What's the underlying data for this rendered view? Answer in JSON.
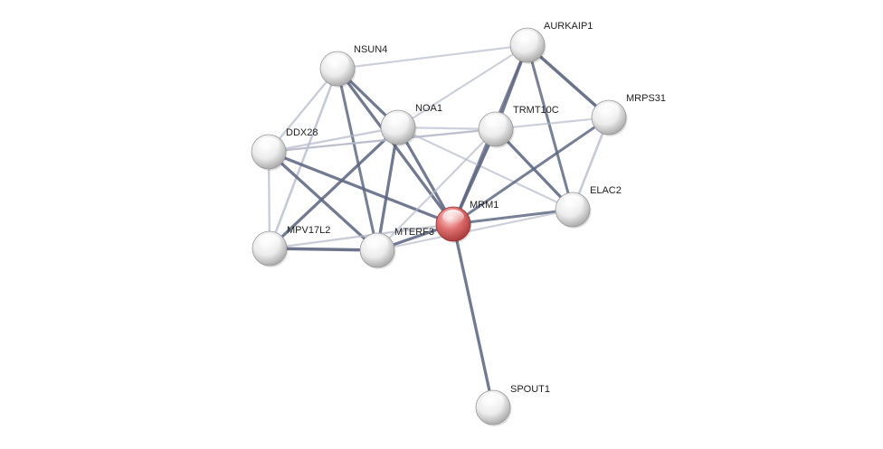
{
  "network": {
    "query_protein": "MRM1",
    "colors": {
      "query_node": "#e07070",
      "other_node": "#ececec",
      "edge_strong": "#5c6680",
      "edge_weak": "#b4b8c8"
    },
    "nodes": [
      {
        "id": "AURKAIP1",
        "label": "AURKAIP1"
      },
      {
        "id": "NSUN4",
        "label": "NSUN4"
      },
      {
        "id": "NOA1",
        "label": "NOA1"
      },
      {
        "id": "TRMT10C",
        "label": "TRMT10C"
      },
      {
        "id": "MRPS31",
        "label": "MRPS31"
      },
      {
        "id": "DDX28",
        "label": "DDX28"
      },
      {
        "id": "MRM1",
        "label": "MRM1"
      },
      {
        "id": "ELAC2",
        "label": "ELAC2"
      },
      {
        "id": "MPV17L2",
        "label": "MPV17L2"
      },
      {
        "id": "MTERF3",
        "label": "MTERF3"
      },
      {
        "id": "SPOUT1",
        "label": "SPOUT1"
      }
    ],
    "edges": [
      {
        "source": "AURKAIP1",
        "target": "NSUN4",
        "strength": 0.3
      },
      {
        "source": "AURKAIP1",
        "target": "NOA1",
        "strength": 0.3
      },
      {
        "source": "AURKAIP1",
        "target": "TRMT10C",
        "strength": 0.8
      },
      {
        "source": "AURKAIP1",
        "target": "MRPS31",
        "strength": 0.9
      },
      {
        "source": "AURKAIP1",
        "target": "ELAC2",
        "strength": 0.7
      },
      {
        "source": "AURKAIP1",
        "target": "MRM1",
        "strength": 0.6
      },
      {
        "source": "NSUN4",
        "target": "DDX28",
        "strength": 0.4
      },
      {
        "source": "NSUN4",
        "target": "NOA1",
        "strength": 0.8
      },
      {
        "source": "NSUN4",
        "target": "MRM1",
        "strength": 0.8
      },
      {
        "source": "NSUN4",
        "target": "MPV17L2",
        "strength": 0.5
      },
      {
        "source": "NSUN4",
        "target": "MTERF3",
        "strength": 0.7
      },
      {
        "source": "NOA1",
        "target": "DDX28",
        "strength": 0.4
      },
      {
        "source": "NOA1",
        "target": "TRMT10C",
        "strength": 0.3
      },
      {
        "source": "NOA1",
        "target": "MRM1",
        "strength": 0.8
      },
      {
        "source": "NOA1",
        "target": "MPV17L2",
        "strength": 0.8
      },
      {
        "source": "NOA1",
        "target": "MTERF3",
        "strength": 0.8
      },
      {
        "source": "NOA1",
        "target": "ELAC2",
        "strength": 0.3
      },
      {
        "source": "DDX28",
        "target": "TRMT10C",
        "strength": 0.3
      },
      {
        "source": "DDX28",
        "target": "MRPS31",
        "strength": 0.3
      },
      {
        "source": "DDX28",
        "target": "MRM1",
        "strength": 0.8
      },
      {
        "source": "DDX28",
        "target": "MPV17L2",
        "strength": 0.4
      },
      {
        "source": "DDX28",
        "target": "MTERF3",
        "strength": 0.8
      },
      {
        "source": "TRMT10C",
        "target": "MRM1",
        "strength": 0.9
      },
      {
        "source": "TRMT10C",
        "target": "ELAC2",
        "strength": 0.8
      },
      {
        "source": "TRMT10C",
        "target": "MTERF3",
        "strength": 0.3
      },
      {
        "source": "MRPS31",
        "target": "MRM1",
        "strength": 0.7
      },
      {
        "source": "MRPS31",
        "target": "ELAC2",
        "strength": 0.5
      },
      {
        "source": "MRM1",
        "target": "ELAC2",
        "strength": 0.7
      },
      {
        "source": "MRM1",
        "target": "MTERF3",
        "strength": 0.8
      },
      {
        "source": "MRM1",
        "target": "MPV17L2",
        "strength": 0.4
      },
      {
        "source": "MRM1",
        "target": "SPOUT1",
        "strength": 0.8
      },
      {
        "source": "MPV17L2",
        "target": "MTERF3",
        "strength": 0.9
      },
      {
        "source": "MTERF3",
        "target": "ELAC2",
        "strength": 0.3
      }
    ]
  }
}
